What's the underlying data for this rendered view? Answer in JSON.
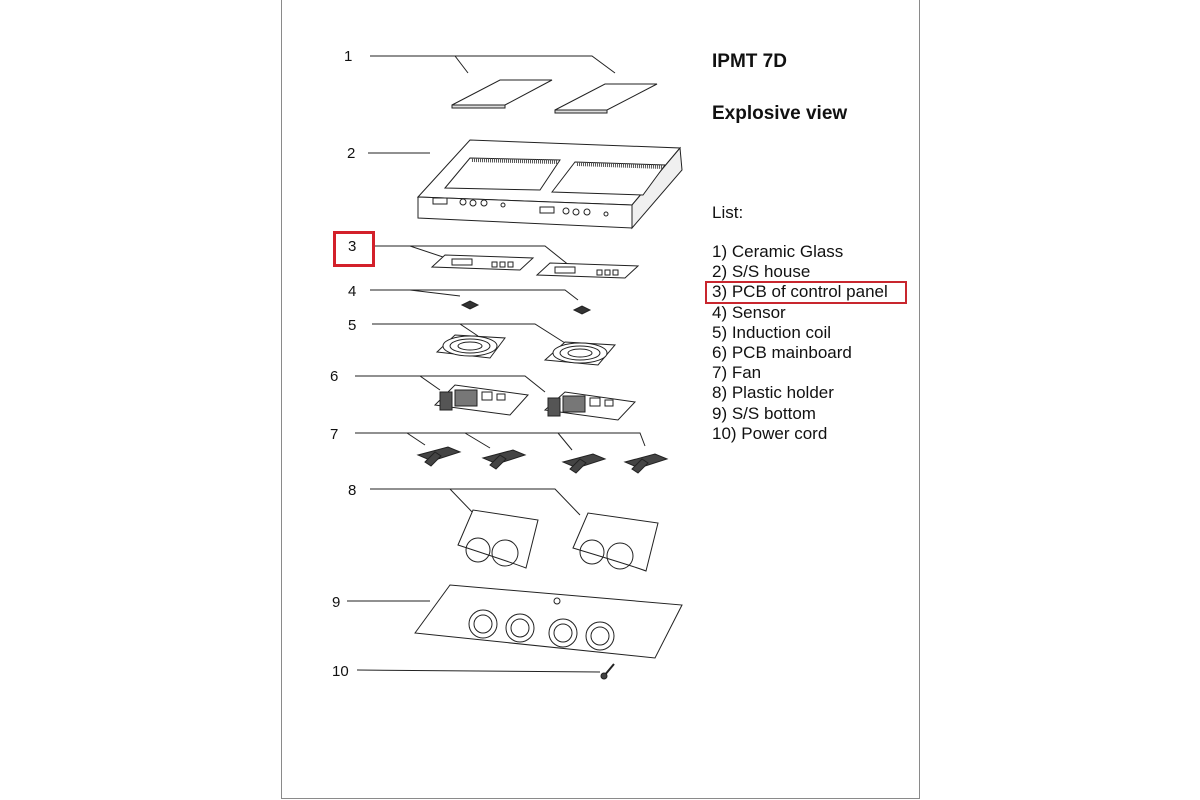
{
  "header": {
    "model": "IPMT 7D",
    "subtitle": "Explosive view"
  },
  "callouts": [
    "1",
    "2",
    "3",
    "4",
    "5",
    "6",
    "7",
    "8",
    "9",
    "10"
  ],
  "highlighted_callout": "3",
  "parts": {
    "label": "List:",
    "items": [
      "1) Ceramic Glass",
      "2) S/S house",
      "3) PCB of control panel",
      "4) Sensor",
      "5) Induction coil",
      "6) PCB mainboard",
      "7) Fan",
      "8) Plastic holder",
      "9) S/S bottom",
      "10) Power cord"
    ],
    "highlighted_index": 2
  },
  "colors": {
    "highlight": "#d3202a",
    "line": "#222222"
  }
}
